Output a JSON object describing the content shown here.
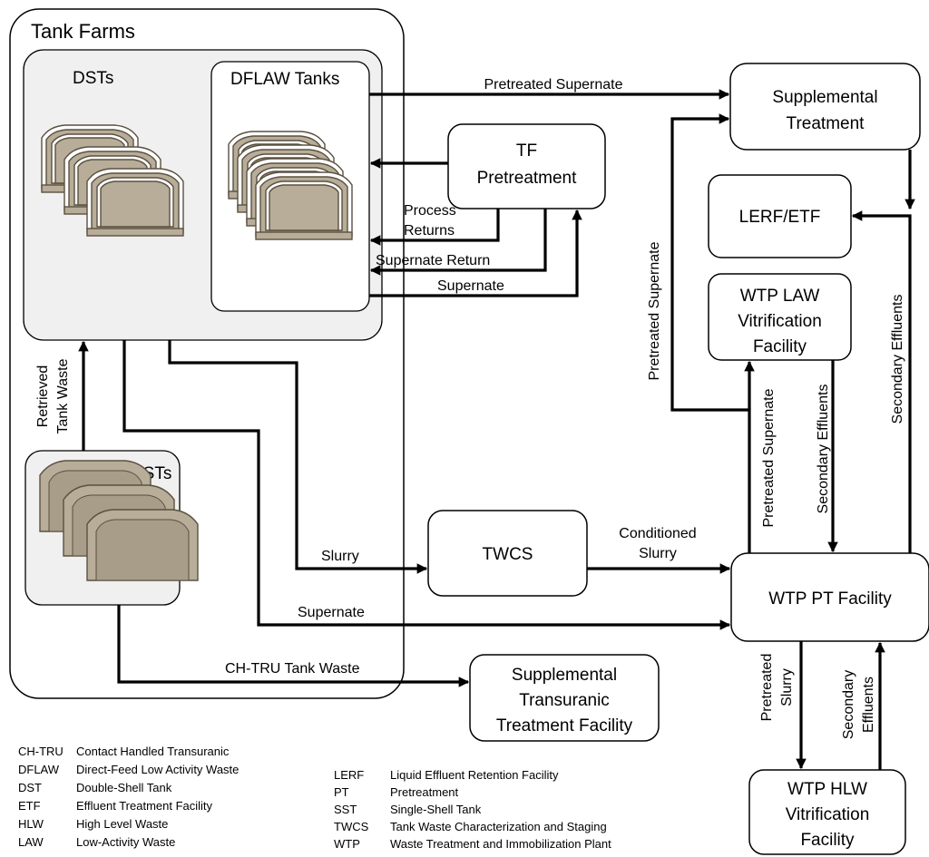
{
  "groups": {
    "tank_farms": "Tank Farms",
    "dsts": "DSTs",
    "dflaw_tanks": "DFLAW Tanks",
    "ssts": "SSTs"
  },
  "boxes": {
    "supplemental_treatment": [
      "Supplemental",
      "Treatment"
    ],
    "tf_pretreatment": [
      "TF",
      "Pretreatment"
    ],
    "lerf_etf": "LERF/ETF",
    "wtp_law": [
      "WTP LAW",
      "Vitrification",
      "Facility"
    ],
    "twcs": "TWCS",
    "wtp_pt": "WTP PT Facility",
    "supplemental_tru": [
      "Supplemental",
      "Transuranic",
      "Treatment Facility"
    ],
    "wtp_hlw": [
      "WTP HLW",
      "Vitrification",
      "Facility"
    ]
  },
  "flows": {
    "pretreated_supernate_top": "Pretreated Supernate",
    "process_returns": [
      "Process",
      "Returns"
    ],
    "supernate_return": "Supernate Return",
    "supernate_dflaw": "Supernate",
    "retrieved_tank_waste": [
      "Retrieved",
      "Tank Waste"
    ],
    "slurry": "Slurry",
    "conditioned_slurry": [
      "Conditioned",
      "Slurry"
    ],
    "supernate_pt": "Supernate",
    "ch_tru_tank_waste": "CH-TRU Tank Waste",
    "pretreated_supernate_vertical_left": "Pretreated Supernate",
    "pretreated_supernate_vertical_law": "Pretreated Supernate",
    "secondary_effluents_law": "Secondary Effluents",
    "secondary_effluents_right": "Secondary Effluents",
    "pretreated_slurry": [
      "Pretreated",
      "Slurry"
    ],
    "secondary_effluents_hlw": [
      "Secondary",
      "Effluents"
    ]
  },
  "legend_left": [
    {
      "abbr": "CH-TRU",
      "desc": "Contact Handled Transuranic"
    },
    {
      "abbr": "DFLAW",
      "desc": "Direct-Feed Low Activity Waste"
    },
    {
      "abbr": "DST",
      "desc": "Double-Shell Tank"
    },
    {
      "abbr": "ETF",
      "desc": "Effluent Treatment Facility"
    },
    {
      "abbr": "HLW",
      "desc": "High Level Waste"
    },
    {
      "abbr": "LAW",
      "desc": "Low-Activity Waste"
    }
  ],
  "legend_right": [
    {
      "abbr": "LERF",
      "desc": "Liquid Effluent Retention Facility"
    },
    {
      "abbr": "PT",
      "desc": "Pretreatment"
    },
    {
      "abbr": "SST",
      "desc": "Single-Shell Tank"
    },
    {
      "abbr": "TWCS",
      "desc": "Tank Waste Characterization and Staging"
    },
    {
      "abbr": "WTP",
      "desc": "Waste Treatment and Immobilization Plant"
    }
  ],
  "colors": {
    "tank_fill": "#b8ad98",
    "group_fill": "#f0f0f0",
    "line": "#000000"
  }
}
